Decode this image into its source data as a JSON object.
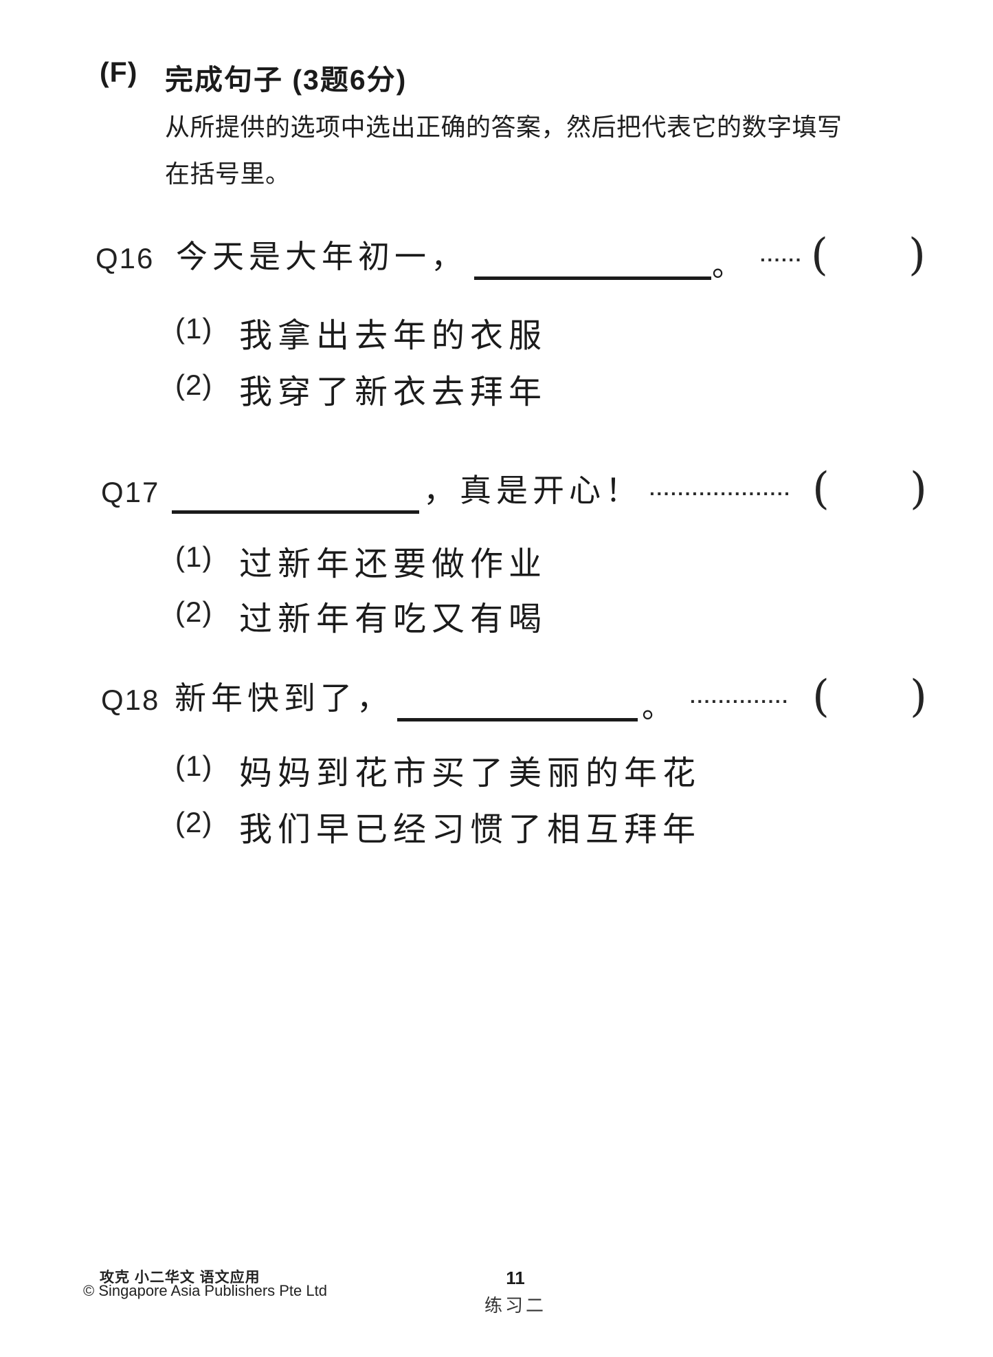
{
  "page": {
    "section": {
      "label": "(F)",
      "title": "完成句子 (3题6分)"
    },
    "instructions": {
      "line1": "从所提供的选项中选出正确的答案，然后把代表它的数字填写",
      "line2": "在括号里。"
    },
    "questions": [
      {
        "id": "Q16",
        "pre_text": "今天是大年初一，",
        "post_text": "。",
        "leader": "······",
        "open_paren": "(",
        "close_paren": ")",
        "options": [
          {
            "num": "(1)",
            "text": "我拿出去年的衣服"
          },
          {
            "num": "(2)",
            "text": "我穿了新衣去拜年"
          }
        ]
      },
      {
        "id": "Q17",
        "pre_text": "",
        "post_text": "，真是开心！",
        "leader": "····················",
        "open_paren": "(",
        "close_paren": ")",
        "options": [
          {
            "num": "(1)",
            "text": "过新年还要做作业"
          },
          {
            "num": "(2)",
            "text": "过新年有吃又有喝"
          }
        ]
      },
      {
        "id": "Q18",
        "pre_text": "新年快到了，",
        "post_text": "。",
        "leader": "··············",
        "open_paren": "(",
        "close_paren": ")",
        "options": [
          {
            "num": "(1)",
            "text": "妈妈到花市买了美丽的年花"
          },
          {
            "num": "(2)",
            "text": "我们早已经习惯了相互拜年"
          }
        ]
      }
    ],
    "footer": {
      "series": "攻克 小二华文 语文应用",
      "copyright": "© Singapore Asia Publishers Pte Ltd",
      "page_number": "11",
      "exercise_label": "练习二"
    }
  }
}
